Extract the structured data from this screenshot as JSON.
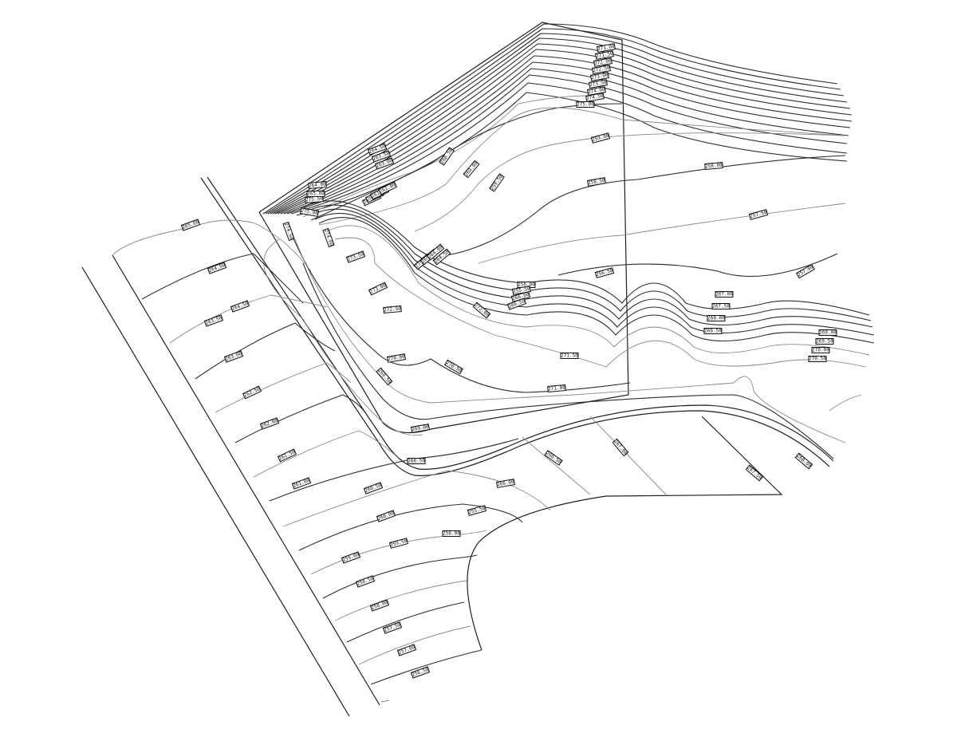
{
  "drawing": {
    "background": "#ffffff",
    "line_color": "#2b2b2b",
    "secondary_line_color": "#8a8a8a"
  },
  "elevation_labels": [
    {
      "text": "265.00"
    },
    {
      "text": "264.00"
    },
    {
      "text": "264.50"
    },
    {
      "text": "263.50"
    },
    {
      "text": "263.00"
    },
    {
      "text": "262.50"
    },
    {
      "text": "262.00"
    },
    {
      "text": "261.50"
    },
    {
      "text": "261.00"
    },
    {
      "text": "260.50"
    },
    {
      "text": "260.00"
    },
    {
      "text": "259.50"
    },
    {
      "text": "259.00"
    },
    {
      "text": "258.50"
    },
    {
      "text": "258.00"
    },
    {
      "text": "257.50"
    },
    {
      "text": "257.00"
    },
    {
      "text": "256.50"
    },
    {
      "text": "256.00"
    },
    {
      "text": "255.50"
    },
    {
      "text": "266.00"
    },
    {
      "text": "266.50"
    },
    {
      "text": "267.00"
    },
    {
      "text": "267.50"
    },
    {
      "text": "268.00"
    },
    {
      "text": "268.50"
    },
    {
      "text": "269.00"
    },
    {
      "text": "269.50"
    },
    {
      "text": "270.00"
    },
    {
      "text": "270.50"
    },
    {
      "text": "271.00"
    },
    {
      "text": "271.50"
    },
    {
      "text": "272.00"
    },
    {
      "text": "272.50"
    },
    {
      "text": "273.00"
    },
    {
      "text": "273.50"
    },
    {
      "text": "274.00"
    },
    {
      "text": "274.50"
    },
    {
      "text": "275.00"
    },
    {
      "text": "275.50"
    }
  ]
}
